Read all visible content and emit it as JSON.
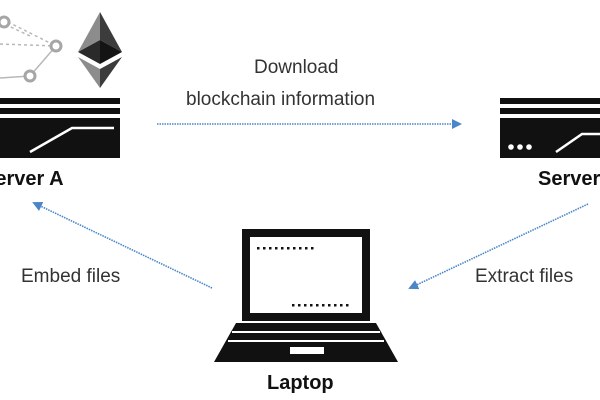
{
  "nodes": {
    "server_a": {
      "label": "Server A"
    },
    "server_b": {
      "label": "Server B"
    },
    "laptop": {
      "label": "Laptop"
    }
  },
  "edges": {
    "download": {
      "line1": "Download",
      "line2": "blockchain information"
    },
    "embed": {
      "label": "Embed files"
    },
    "extract": {
      "label": "Extract files"
    }
  },
  "icons": [
    "ethereum-icon",
    "network-graph-icon",
    "server-icon",
    "laptop-icon"
  ],
  "colors": {
    "arrow": "#4a86c8",
    "ink": "#111111",
    "network": "#a6a6a6"
  }
}
